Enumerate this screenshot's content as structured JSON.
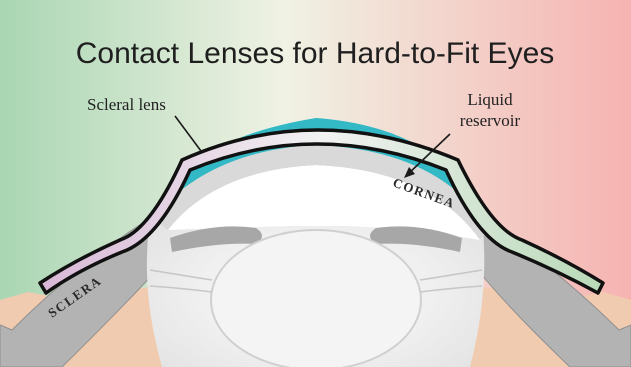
{
  "title": "Contact Lenses for Hard-to-Fit Eyes",
  "labels": {
    "scleral_lens": "Scleral lens",
    "liquid_line1": "Liquid",
    "liquid_line2": "reservoir",
    "cornea": "CORNEA",
    "sclera": "SCLERA"
  },
  "colors": {
    "background_left": "#a9d6b3",
    "background_mid": "#f0f2e4",
    "background_right": "#f6b3b1",
    "liquid_reservoir": "#33b8c6",
    "skin": "#f1cbb0",
    "sclera": "#b3b3b3",
    "lens_edge": "#111111"
  }
}
